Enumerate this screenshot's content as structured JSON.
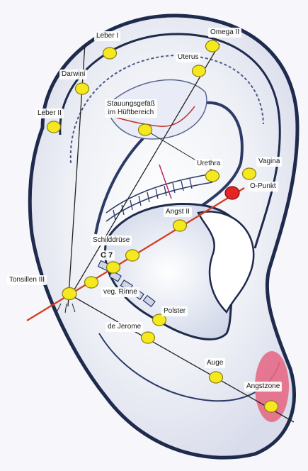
{
  "colors": {
    "point_fill": "#f5e81f",
    "point_stroke": "#8a7d10",
    "o_punkt_fill": "#e52424",
    "red_line": "#d53a1c",
    "black_line": "#222222",
    "angstzone_fill": "#e46a86"
  },
  "labels": {
    "leber_1": "Leber I",
    "omega_2": "Omega II",
    "uterus": "Uterus",
    "darwini": "Darwini",
    "stauungsgefaess": "Stauungsgefäß",
    "stauungsgefaess_2": "im Hüftbereich",
    "leber_2": "Leber II",
    "urethra": "Urethra",
    "vagina": "Vagina",
    "o_punkt": "O-Punkt",
    "angst_2": "Angst II",
    "schilddruese": "Schilddrüse",
    "c7": "C 7",
    "tonsillen_3": "Tonsillen III",
    "veg_rinne": "veg. Rinne",
    "polster": "Polster",
    "de_jerome": "de Jerome",
    "auge": "Auge",
    "angstzone": "Angstzone"
  }
}
